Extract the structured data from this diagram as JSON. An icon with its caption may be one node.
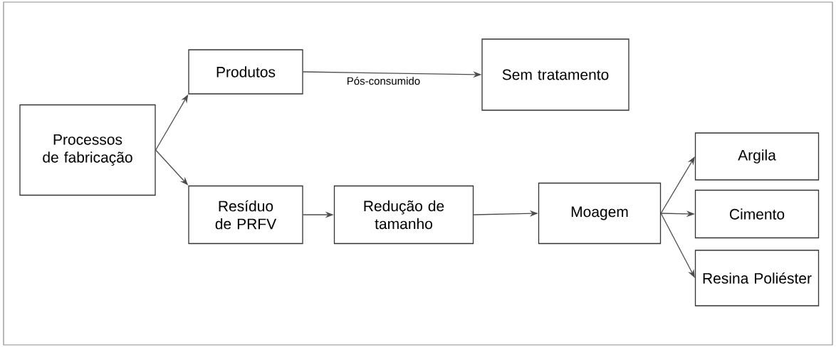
{
  "diagram": {
    "nodes": [
      {
        "text": [
          "Processos de fabricação"
        ]
      },
      {
        "text": [
          "Produtos"
        ]
      },
      {
        "text": [
          "Sem tratamento"
        ]
      },
      {
        "text": [
          "Resíduo de PRFV"
        ]
      },
      {
        "text": [
          "Redução de tamanho"
        ]
      },
      {
        "text": [
          "Moagem"
        ]
      },
      {
        "text": [
          "Argila"
        ]
      },
      {
        "text": [
          "Cimento"
        ]
      },
      {
        "text": [
          "Resina Poliéster"
        ]
      }
    ],
    "edges": [
      {
        "from": 0,
        "to": 1,
        "arrow": "to"
      },
      {
        "from": 0,
        "to": 3,
        "arrow": "to"
      },
      {
        "from": 1,
        "to": 2,
        "arrow": "to",
        "label": "Pós-consumido"
      },
      {
        "from": 3,
        "to": 4,
        "arrow": "to"
      },
      {
        "from": 4,
        "to": 5,
        "arrow": "to"
      },
      {
        "from": 5,
        "to": 6,
        "arrow": "to"
      },
      {
        "from": 5,
        "to": 7,
        "arrow": "to"
      },
      {
        "from": 5,
        "to": 8,
        "arrow": "to"
      }
    ]
  }
}
